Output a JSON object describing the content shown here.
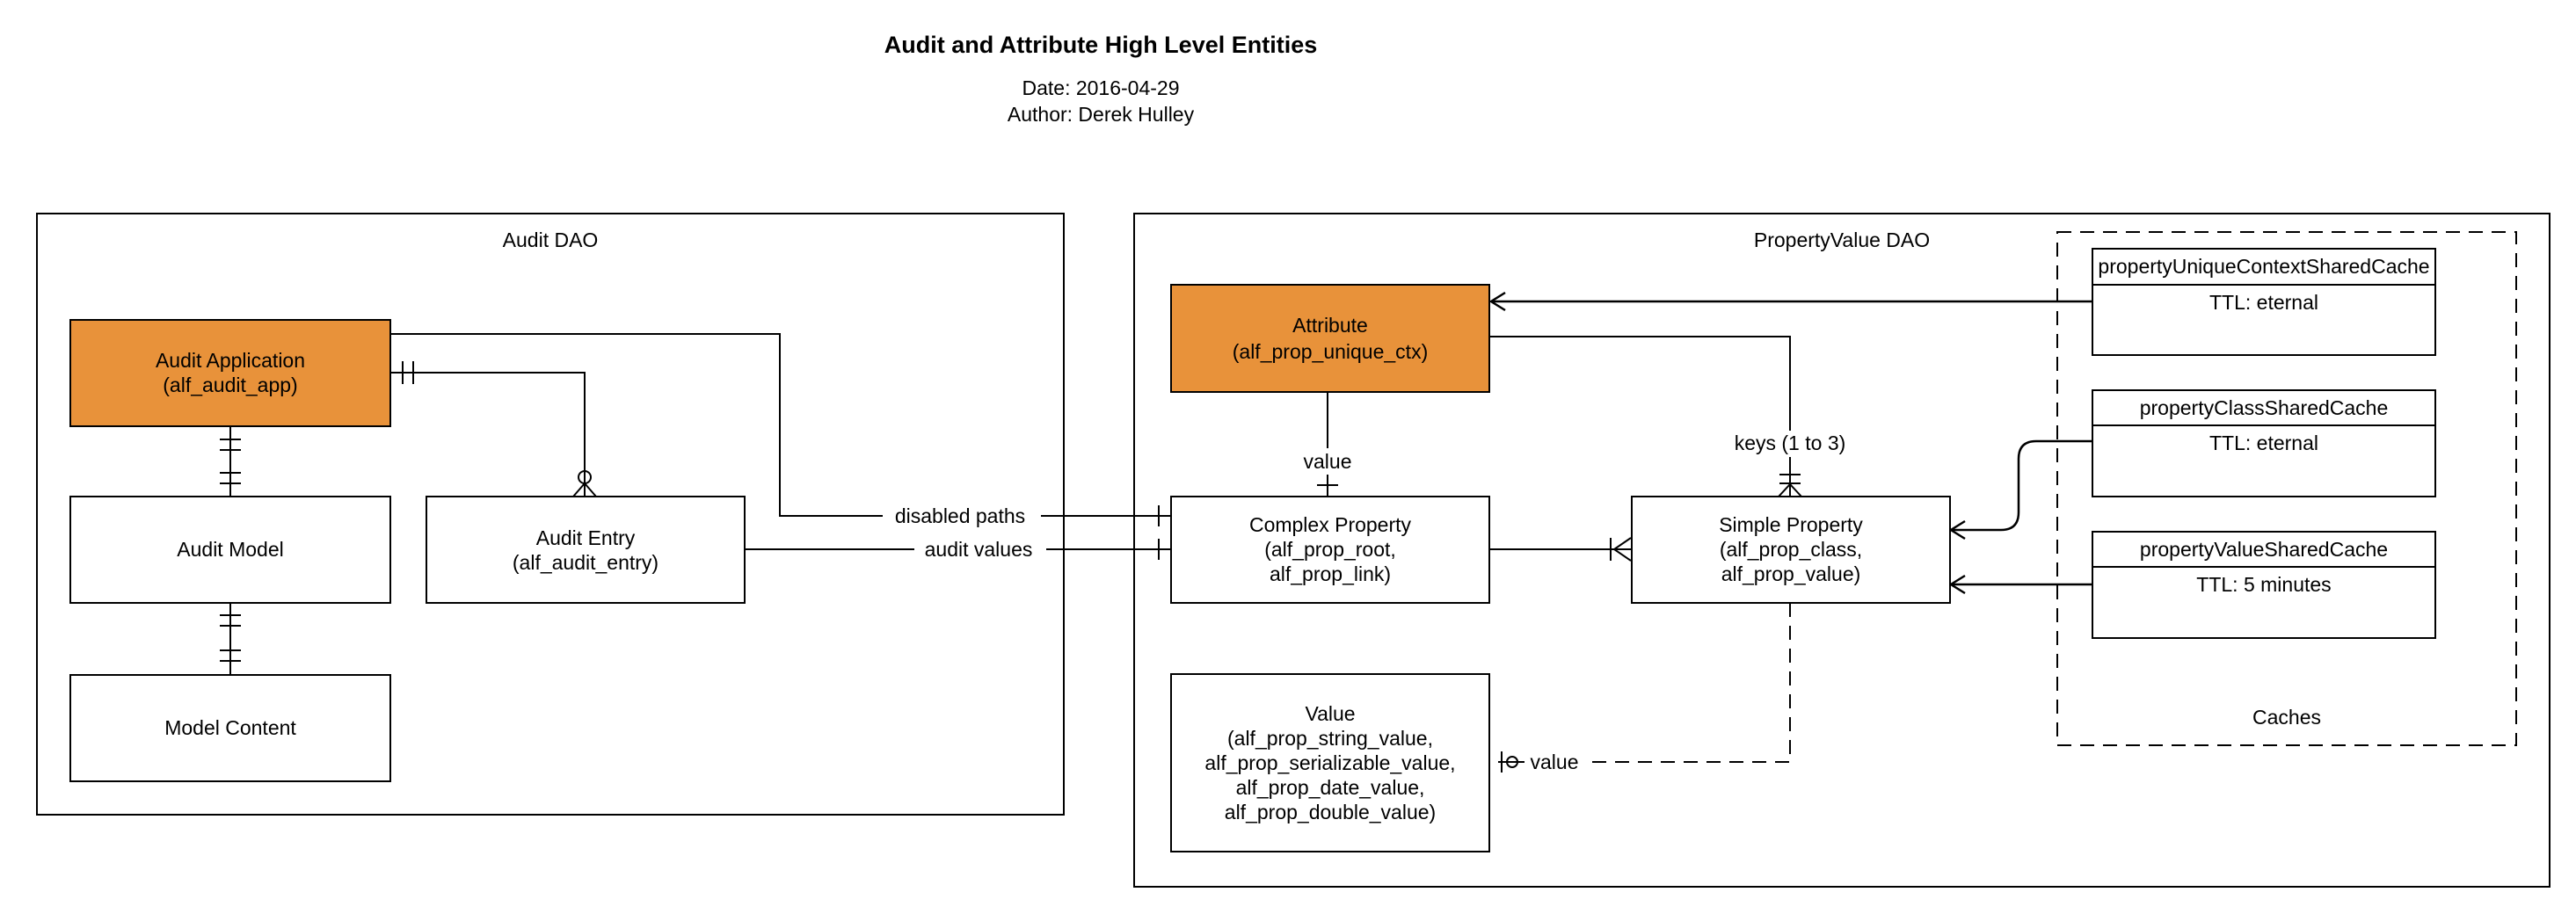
{
  "header": {
    "title": "Audit and Attribute High Level Entities",
    "date": "Date: 2016-04-29",
    "author": "Author: Derek Hulley"
  },
  "colors": {
    "highlight": "#e8923a",
    "line": "#000000",
    "background": "#ffffff"
  },
  "containers": {
    "audit_dao": "Audit DAO",
    "property_value_dao": "PropertyValue DAO",
    "caches": "Caches"
  },
  "entities": {
    "audit_application": {
      "line1": "Audit Application",
      "line2": "(alf_audit_app)"
    },
    "audit_model": {
      "line1": "Audit Model"
    },
    "model_content": {
      "line1": "Model Content"
    },
    "audit_entry": {
      "line1": "Audit Entry",
      "line2": "(alf_audit_entry)"
    },
    "attribute": {
      "line1": "Attribute",
      "line2": "(alf_prop_unique_ctx)"
    },
    "complex_property": {
      "line1": "Complex Property",
      "line2": "(alf_prop_root,",
      "line3": "alf_prop_link)"
    },
    "simple_property": {
      "line1": "Simple Property",
      "line2": "(alf_prop_class,",
      "line3": "alf_prop_value)"
    },
    "value": {
      "line1": "Value",
      "line2": "(alf_prop_string_value,",
      "line3": "alf_prop_serializable_value,",
      "line4": "alf_prop_date_value,",
      "line5": "alf_prop_double_value)"
    }
  },
  "caches": [
    {
      "name": "propertyUniqueContextSharedCache",
      "ttl": "TTL: eternal"
    },
    {
      "name": "propertyClassSharedCache",
      "ttl": "TTL: eternal"
    },
    {
      "name": "propertyValueSharedCache",
      "ttl": "TTL: 5 minutes"
    }
  ],
  "relationship_labels": {
    "disabled_paths": "disabled paths",
    "audit_values": "audit values",
    "attribute_value": "value",
    "keys": "keys (1 to 3)",
    "value_link": "value"
  }
}
